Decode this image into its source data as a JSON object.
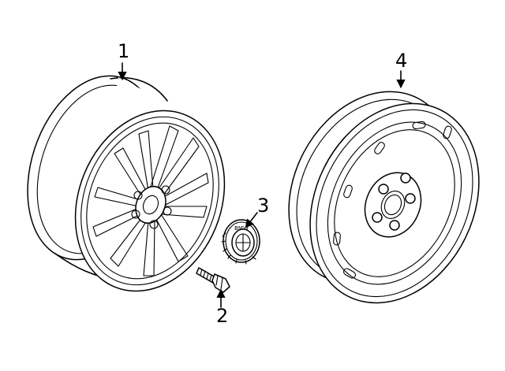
{
  "diagram": {
    "callouts": [
      {
        "id": "1",
        "label": "1"
      },
      {
        "id": "2",
        "label": "2"
      },
      {
        "id": "3",
        "label": "3"
      },
      {
        "id": "4",
        "label": "4"
      }
    ],
    "cap_logo_text": "BMW"
  }
}
